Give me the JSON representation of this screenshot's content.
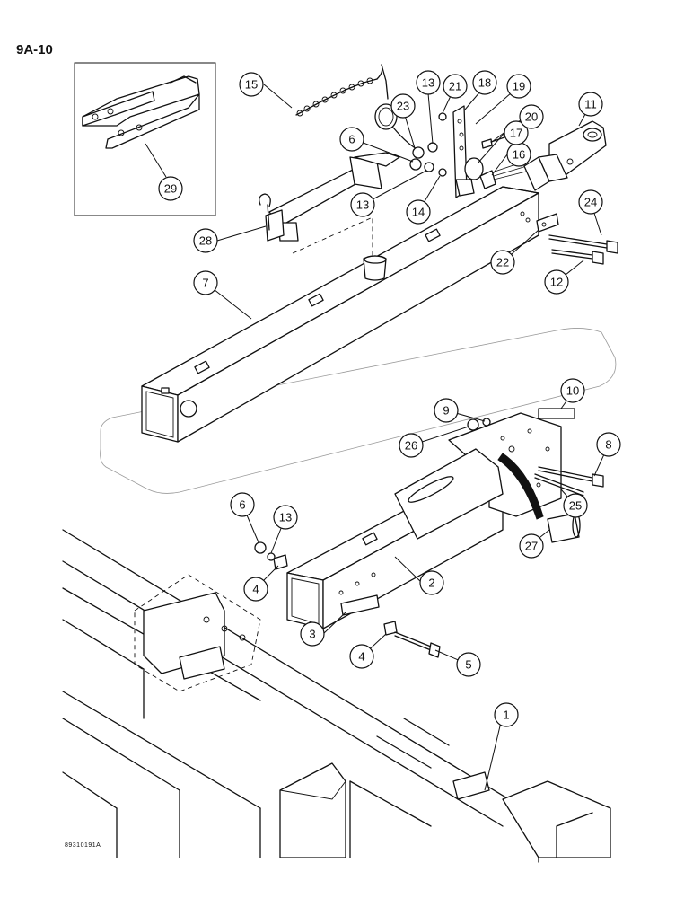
{
  "header": {
    "page_id": "9A-10"
  },
  "footer": {
    "drawing_number": "89310191A"
  },
  "callouts": [
    {
      "label": "1"
    },
    {
      "label": "2"
    },
    {
      "label": "3"
    },
    {
      "label": "4"
    },
    {
      "label": "4"
    },
    {
      "label": "5"
    },
    {
      "label": "6"
    },
    {
      "label": "6"
    },
    {
      "label": "7"
    },
    {
      "label": "8"
    },
    {
      "label": "9"
    },
    {
      "label": "10"
    },
    {
      "label": "11"
    },
    {
      "label": "12"
    },
    {
      "label": "13"
    },
    {
      "label": "13"
    },
    {
      "label": "13"
    },
    {
      "label": "14"
    },
    {
      "label": "15"
    },
    {
      "label": "16"
    },
    {
      "label": "17"
    },
    {
      "label": "18"
    },
    {
      "label": "19"
    },
    {
      "label": "20"
    },
    {
      "label": "21"
    },
    {
      "label": "22"
    },
    {
      "label": "23"
    },
    {
      "label": "24"
    },
    {
      "label": "25"
    },
    {
      "label": "26"
    },
    {
      "label": "27"
    },
    {
      "label": "28"
    },
    {
      "label": "29"
    }
  ]
}
